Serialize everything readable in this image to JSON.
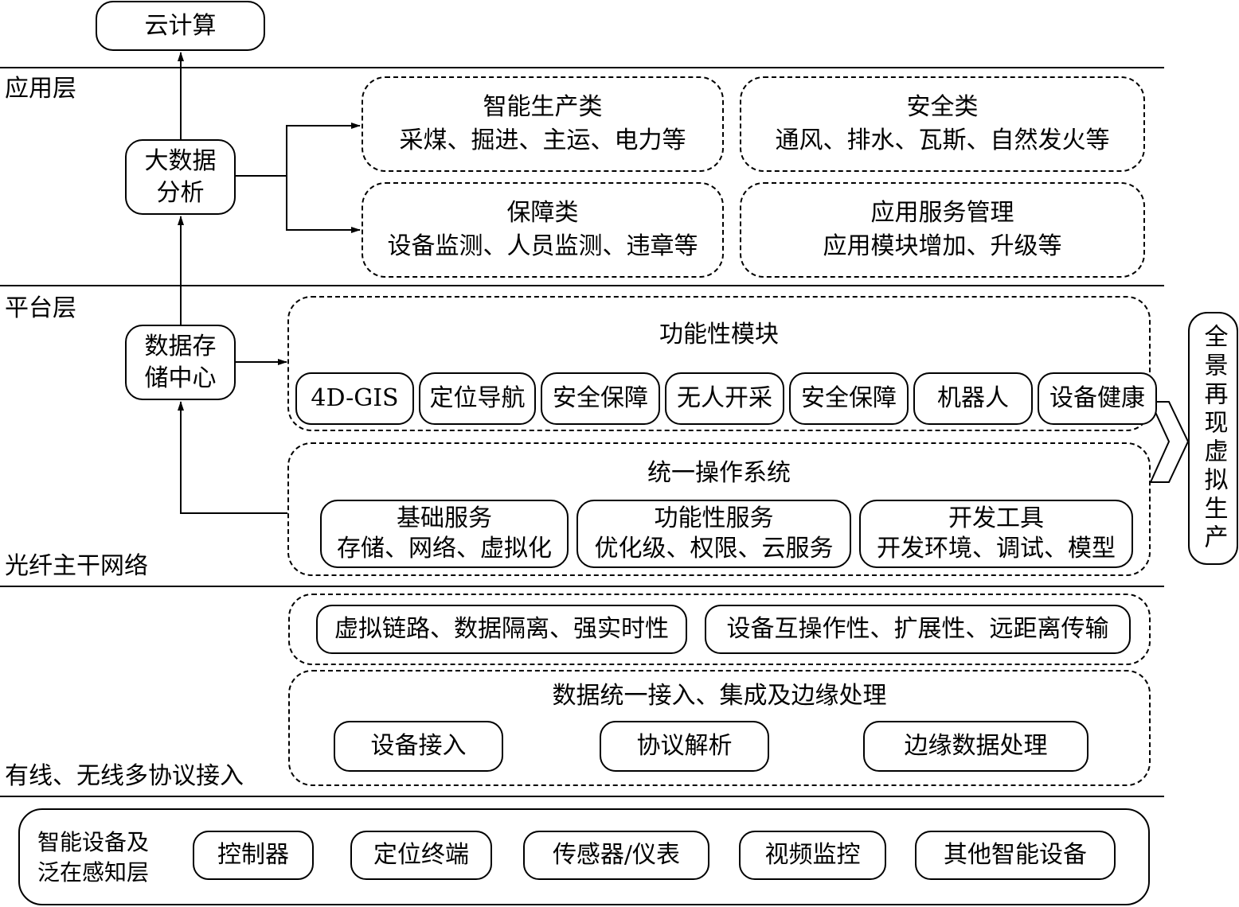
{
  "top": {
    "cloud": "云计算"
  },
  "layers": {
    "application": "应用层",
    "platform": "平台层",
    "network": "光纤主干网络",
    "access": "有线、无线多协议接入",
    "perception": [
      "智能设备及",
      "泛在感知层"
    ]
  },
  "nodes": {
    "big_data": [
      "大数据",
      "分析"
    ],
    "data_center": [
      "数据存",
      "储中心"
    ],
    "panorama": "全景再现虚拟生产"
  },
  "application": {
    "boxes": [
      {
        "title": "智能生产类",
        "detail": "采煤、掘进、主运、电力等"
      },
      {
        "title": "安全类",
        "detail": "通风、排水、瓦斯、自然发火等"
      },
      {
        "title": "保障类",
        "detail": "设备监测、人员监测、违章等"
      },
      {
        "title": "应用服务管理",
        "detail": "应用模块增加、升级等"
      }
    ]
  },
  "platform": {
    "functional_title": "功能性模块",
    "modules": [
      "4D-GIS",
      "定位导航",
      "安全保障",
      "无人开采",
      "安全保障",
      "机器人",
      "设备健康"
    ],
    "os_title": "统一操作系统",
    "services": [
      {
        "title": "基础服务",
        "detail": "存储、网络、虚拟化"
      },
      {
        "title": "功能性服务",
        "detail": "优化级、权限、云服务"
      },
      {
        "title": "开发工具",
        "detail": "开发环境、调试、模型"
      }
    ]
  },
  "network": {
    "features": [
      "虚拟链路、数据隔离、强实时性",
      "设备互操作性、扩展性、远距离传输"
    ],
    "access_title": "数据统一接入、集成及边缘处理",
    "access_items": [
      "设备接入",
      "协议解析",
      "边缘数据处理"
    ]
  },
  "perception": {
    "devices": [
      "控制器",
      "定位终端",
      "传感器/仪表",
      "视频监控",
      "其他智能设备"
    ]
  }
}
